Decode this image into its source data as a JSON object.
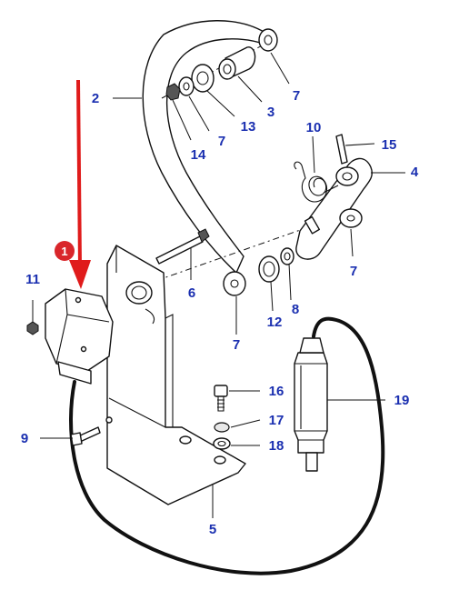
{
  "colors": {
    "label": "#1a2fb0",
    "arrow": "#e01b1b",
    "badge": "#d9262b",
    "line": "#111111"
  },
  "highlight": {
    "badge_number": "1",
    "icon": "red-down-arrow-icon"
  },
  "callouts": [
    {
      "id": "c1",
      "text": "2"
    },
    {
      "id": "c2",
      "text": "7"
    },
    {
      "id": "c3",
      "text": "3"
    },
    {
      "id": "c4",
      "text": "13"
    },
    {
      "id": "c5",
      "text": "7"
    },
    {
      "id": "c6",
      "text": "14"
    },
    {
      "id": "c7",
      "text": "10"
    },
    {
      "id": "c8",
      "text": "15"
    },
    {
      "id": "c9",
      "text": "4"
    },
    {
      "id": "c10",
      "text": "7"
    },
    {
      "id": "c11",
      "text": "8"
    },
    {
      "id": "c12",
      "text": "12"
    },
    {
      "id": "c13",
      "text": "7"
    },
    {
      "id": "c14",
      "text": "6"
    },
    {
      "id": "c15",
      "text": "11"
    },
    {
      "id": "c16",
      "text": "16"
    },
    {
      "id": "c17",
      "text": "17"
    },
    {
      "id": "c18",
      "text": "18"
    },
    {
      "id": "c19",
      "text": "19"
    },
    {
      "id": "c20",
      "text": "9"
    },
    {
      "id": "c21",
      "text": "5"
    }
  ]
}
